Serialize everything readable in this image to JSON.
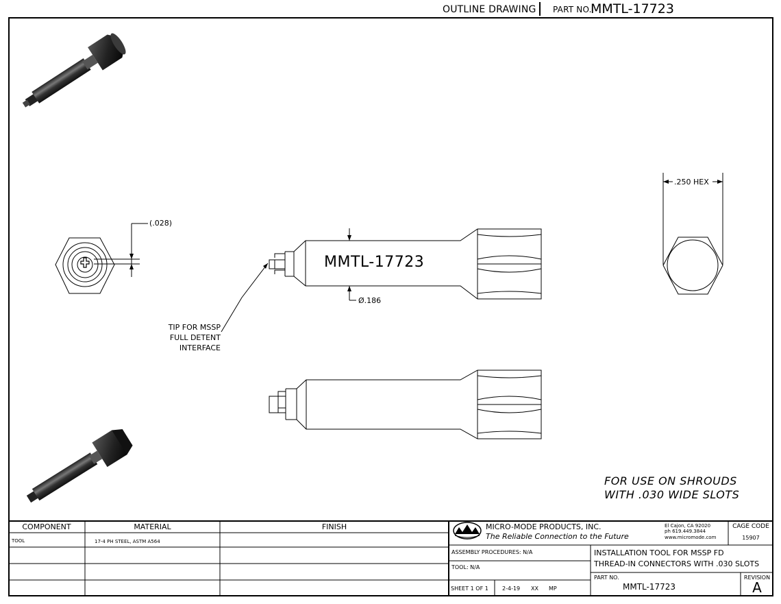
{
  "header": {
    "drawing_type": "OUTLINE DRAWING",
    "part_no_label": "PART NO.",
    "part_no_value": "MMTL-17723"
  },
  "views": {
    "part_marking": "MMTL-17723",
    "dim_slot": "(.028)",
    "dim_diameter": "Ø.186",
    "dim_hex": ".250 HEX",
    "tip_label_lines": [
      "TIP FOR MSSP",
      "FULL DETENT",
      "INTERFACE"
    ]
  },
  "note_lines": [
    "FOR USE ON SHROUDS",
    "WITH .030 WIDE SLOTS"
  ],
  "title_block": {
    "col_component": "COMPONENT",
    "col_material": "MATERIAL",
    "col_finish": "FINISH",
    "row_component": "TOOL",
    "row_material": "17-4 PH STEEL, ASTM A564",
    "company_name": "MICRO-MODE PRODUCTS, INC.",
    "company_tagline": "The Reliable Connection to the Future",
    "company_city": "El Cajon, CA 92020",
    "company_phone": "ph 619.449.3844",
    "company_web": "www.micromode.com",
    "cage_code_label": "CAGE CODE",
    "cage_code_value": "15907",
    "assembly_procedures": "ASSEMBLY PROCEDURES:  N/A",
    "tool": "TOOL:  N/A",
    "title_line1": "INSTALLATION TOOL FOR MSSP FD",
    "title_line2": "THREAD-IN CONNECTORS WITH .030 SLOTS",
    "sheet": "SHEET 1 OF 1",
    "date": "2-4-19",
    "drawn_by": "XX",
    "approved_by": "MP",
    "part_no_label": "PART NO.",
    "part_no_value": "MMTL-17723",
    "revision_label": "REVISION",
    "revision_value": "A"
  }
}
